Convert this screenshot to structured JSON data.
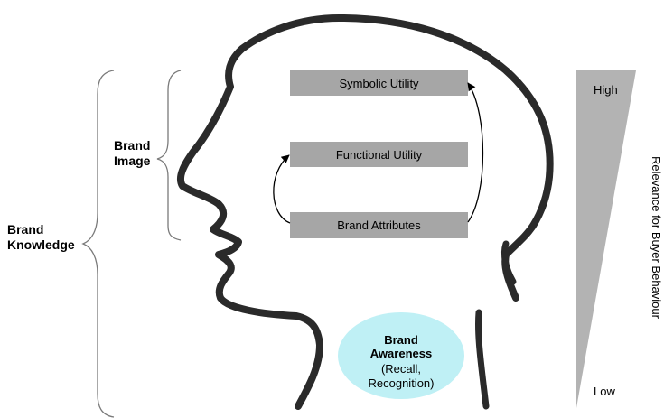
{
  "diagram": {
    "brand_knowledge": {
      "line1": "Brand",
      "line2": "Knowledge"
    },
    "brand_image": {
      "line1": "Brand",
      "line2": "Image"
    },
    "boxes": {
      "symbolic_utility": "Symbolic Utility",
      "functional_utility": "Functional Utility",
      "brand_attributes": "Brand Attributes"
    },
    "brand_awareness": {
      "line1": "Brand",
      "line2": "Awareness",
      "line3": "(Recall,",
      "line4": "Recognition)"
    },
    "relevance_scale": {
      "high": "High",
      "low": "Low",
      "axis_label": "Relevance for Buyer Behaviour"
    }
  },
  "colors": {
    "head_outline": "#2a2a2a",
    "box_fill": "#a6a6a6",
    "awareness_fill": "#bff0f5",
    "wedge_fill": "#b3b3b3",
    "brace": "#7a7a7a",
    "text": "#000000"
  }
}
